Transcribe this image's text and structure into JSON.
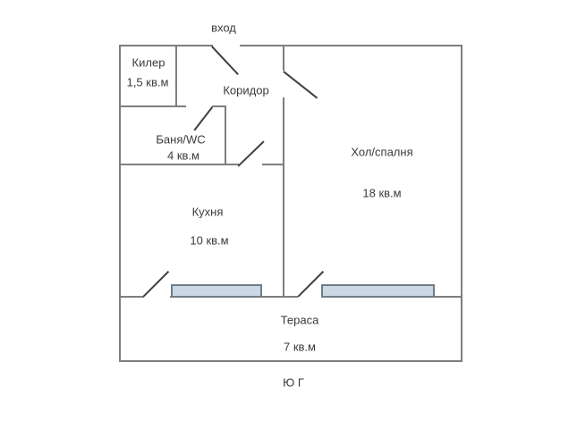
{
  "plan": {
    "title": "apartment floor plan",
    "entrance_label": "вход",
    "compass_label": "Ю Г",
    "rooms": {
      "kiler": {
        "name": "Килер",
        "area": "1,5 кв.м"
      },
      "koridor": {
        "name": "Коридор"
      },
      "banya": {
        "name": "Баня/WC",
        "area": "4 кв.м"
      },
      "kuhnya": {
        "name": "Кухня",
        "area": "10 кв.м"
      },
      "hol": {
        "name": "Хол/спалня",
        "area": "18 кв.м"
      },
      "terasa": {
        "name": "Тераса",
        "area": "7 кв.м"
      }
    },
    "windows": [
      {
        "name": "kitchen-terrace-window"
      },
      {
        "name": "hall-terrace-window"
      }
    ],
    "colors": {
      "background": "#ffffff",
      "wall": "#7e7e7e",
      "door": "#404040",
      "text": "#3a3a3a",
      "window_fill": "#ccd9e5",
      "window_border": "#707c85"
    }
  }
}
